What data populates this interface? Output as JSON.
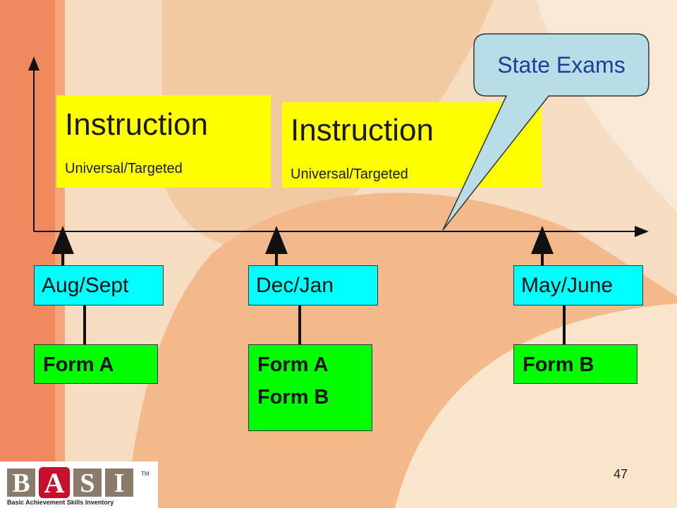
{
  "instruction_boxes": [
    {
      "title": "Instruction",
      "subtitle": "Universal/Targeted"
    },
    {
      "title": "Instruction",
      "subtitle": "Universal/Targeted"
    }
  ],
  "callout": {
    "text": "State Exams"
  },
  "periods": [
    {
      "label": "Aug/Sept",
      "forms": [
        "Form A"
      ]
    },
    {
      "label": "Dec/Jan",
      "forms": [
        "Form A",
        "Form B"
      ]
    },
    {
      "label": "May/June",
      "forms": [
        "Form B"
      ]
    }
  ],
  "page_number": "47",
  "logo": {
    "letters": "BASI",
    "trademark": "TM",
    "tagline": "Basic Achievement Skills Inventory"
  },
  "colors": {
    "instruction": "#ffff00",
    "period": "#00ffff",
    "form": "#00ff00",
    "callout": "#b8dde6",
    "callout_text": "#1a3f9a"
  }
}
